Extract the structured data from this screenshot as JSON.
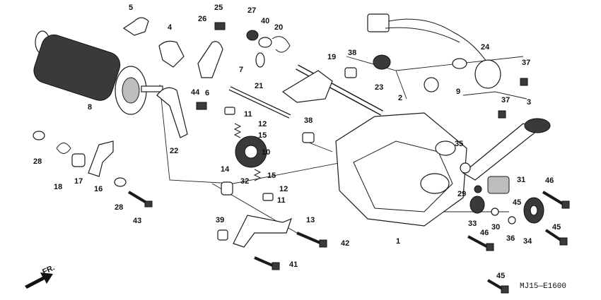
{
  "diagram": {
    "code": "MJ15—E1600",
    "direction_label": "FR.",
    "part_labels": [
      "1",
      "2",
      "3",
      "4",
      "5",
      "6",
      "7",
      "8",
      "9",
      "10",
      "11",
      "12",
      "13",
      "14",
      "15",
      "16",
      "17",
      "18",
      "19",
      "20",
      "21",
      "22",
      "23",
      "24",
      "25",
      "26",
      "27",
      "28",
      "29",
      "30",
      "31",
      "32",
      "33",
      "34",
      "35",
      "36",
      "37",
      "38",
      "39",
      "40",
      "41",
      "42",
      "43",
      "44",
      "45",
      "46"
    ]
  }
}
